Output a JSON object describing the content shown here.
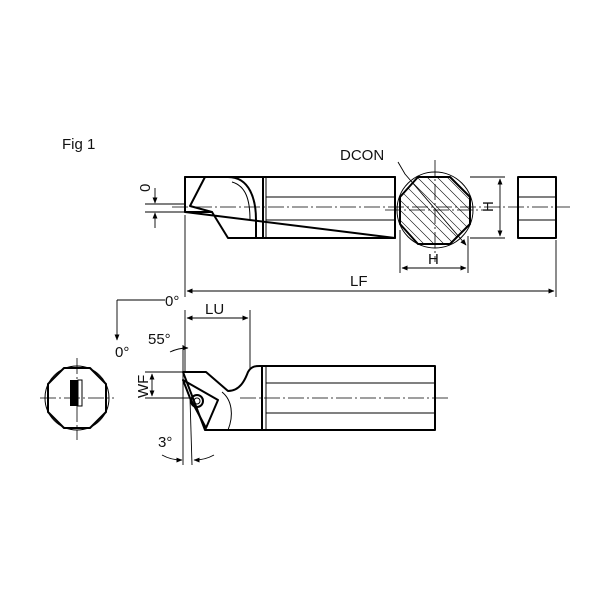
{
  "figure": {
    "title": "Fig 1"
  },
  "labels": {
    "dcon": "DCON",
    "h_vertical": "H",
    "h_horizontal": "H",
    "lf": "LF",
    "lu": "LU",
    "wf": "WF",
    "zero_side": "0",
    "zero_deg_top": "0°",
    "zero_deg_left": "0°",
    "angle_55": "55°",
    "angle_3": "3°"
  }
}
